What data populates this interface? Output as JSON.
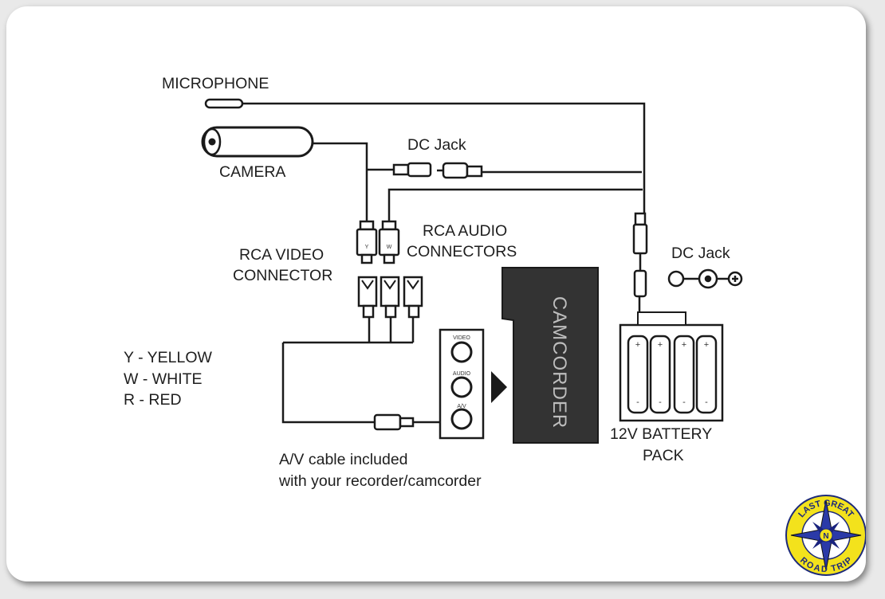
{
  "diagram": {
    "labels": {
      "microphone": "MICROPHONE",
      "camera": "CAMERA",
      "dc_jack_top": "DC Jack",
      "rca_audio_line1": "RCA AUDIO",
      "rca_audio_line2": "CONNECTORS",
      "rca_video_line1": "RCA VIDEO",
      "rca_video_line2": "CONNECTOR",
      "dc_jack_right": "DC Jack",
      "camcorder": "CAMCORDER",
      "battery_line1": "12V BATTERY",
      "battery_line2": "PACK",
      "av_cable_line1": "A/V cable included",
      "av_cable_line2": "with your recorder/camcorder"
    },
    "legend": [
      "Y - YELLOW",
      "W - WHITE",
      "R - RED"
    ],
    "plug_marks": [
      "Y",
      "W"
    ],
    "jack_labels": [
      "VIDEO",
      "AUDIO",
      "A/V"
    ],
    "battery_polarity": [
      "+",
      "-",
      "+",
      "-",
      "+",
      "-",
      "+",
      "-"
    ]
  },
  "logo": {
    "top_text": "LAST GREAT",
    "bottom_text": "ROAD TRIP",
    "center_letter": "N",
    "colors": {
      "ring": "#f3e21c",
      "star": "#2b3aa8",
      "text": "#1d2a7a"
    }
  }
}
